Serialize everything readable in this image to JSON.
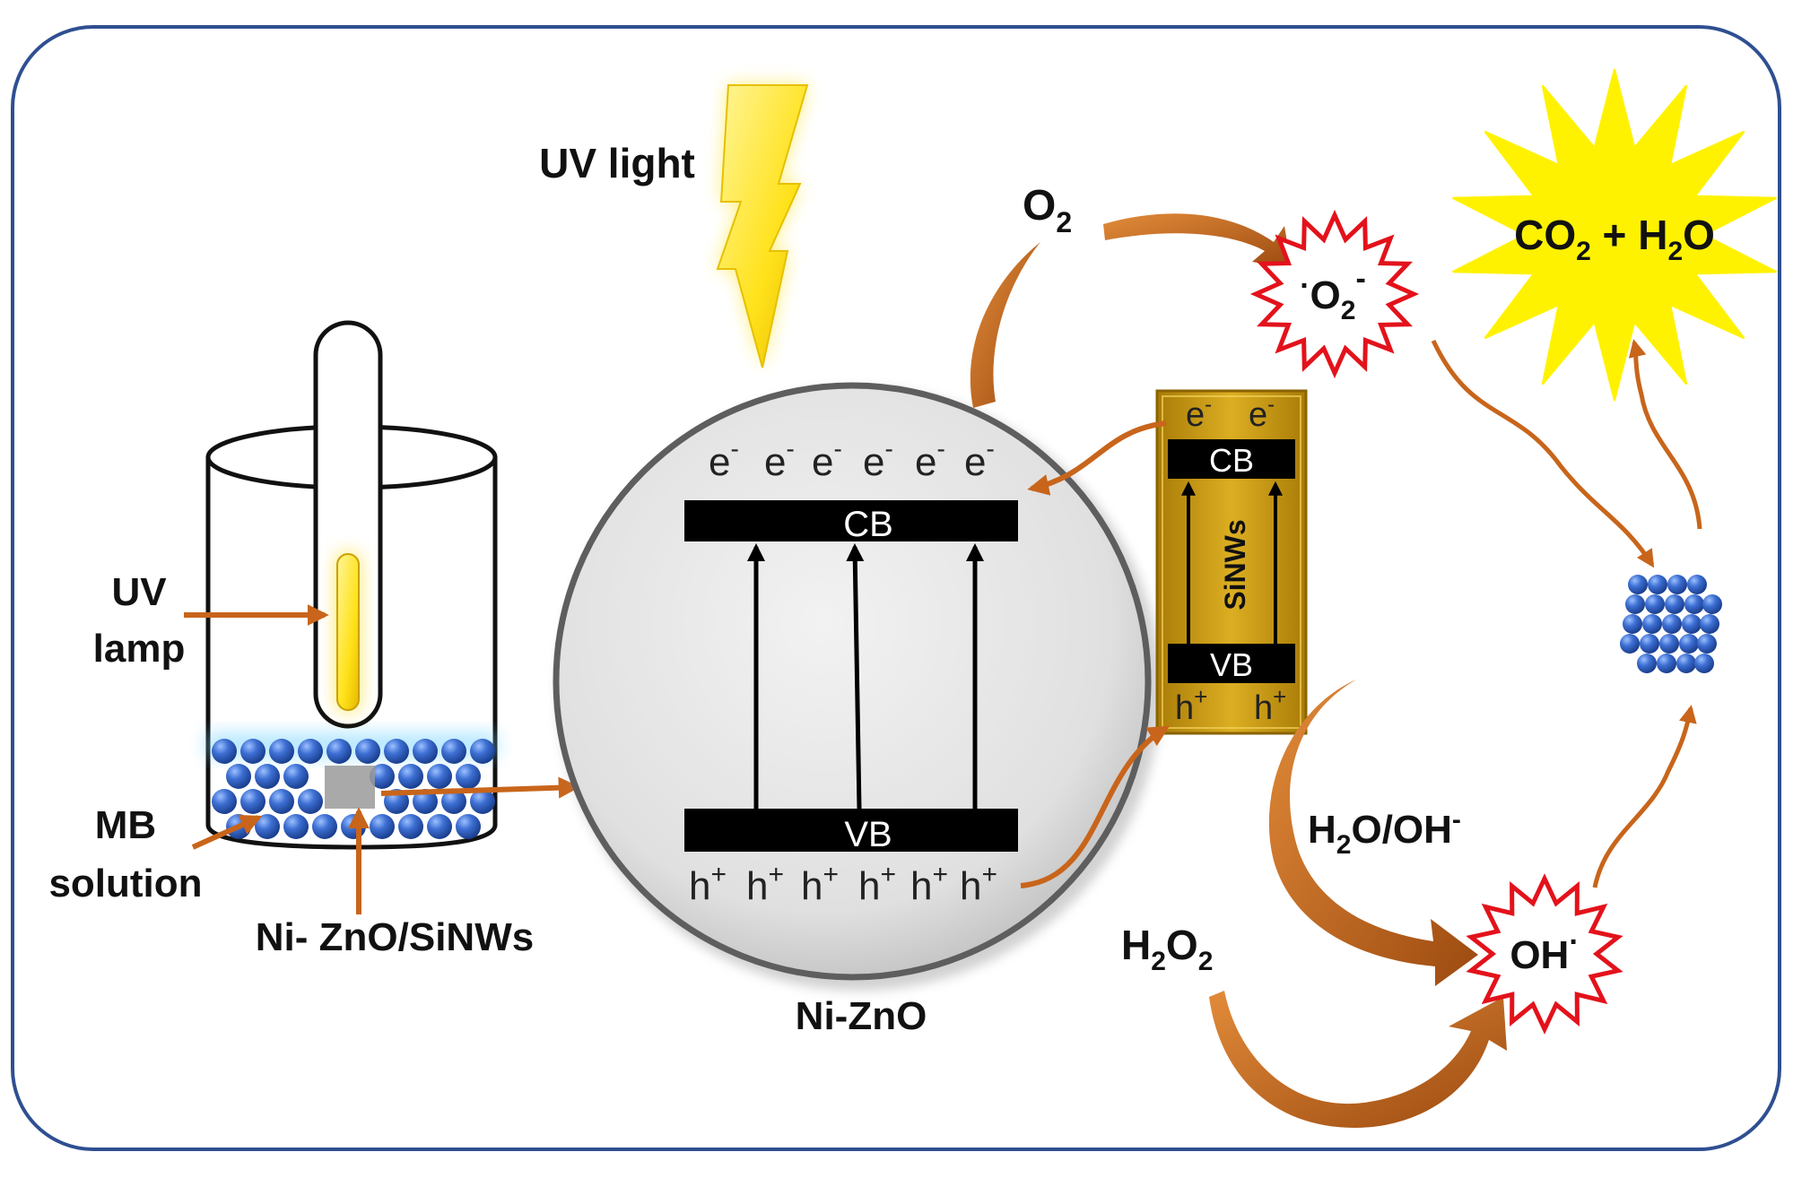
{
  "labels": {
    "uv_light": "UV light",
    "uv_lamp_line1": "UV",
    "uv_lamp_line2": "lamp",
    "mb_line1": "MB",
    "mb_line2": "solution",
    "catalyst": "Ni- ZnO/SiNWs",
    "nizno": "Ni-ZnO",
    "sinws": "SiNWs",
    "cb": "CB",
    "vb": "VB",
    "electron_base": "e",
    "electron_sup": "-",
    "hole_base": "h",
    "hole_sup": "+",
    "o2_base": "O",
    "o2_sub": "2",
    "superoxide_dot": "·",
    "superoxide_base": "O",
    "superoxide_sub": "2",
    "superoxide_sup": "-",
    "products_co": "CO",
    "products_co_sub": "2",
    "products_mid": " + H",
    "products_h_sub": "2",
    "products_o": "O",
    "h2o_base": "H",
    "h2o_sub": "2",
    "h2o_rest": "O/OH",
    "h2o_sup": "-",
    "h2o2_h": "H",
    "h2o2_sub1": "2",
    "h2o2_o": "O",
    "h2o2_sub2": "2",
    "oh_base": "OH",
    "oh_sup": "·"
  },
  "colors": {
    "frame": "#2f4f91",
    "arrow": "#c8651b",
    "band": "#000000",
    "sphere_fill": "#e4e4e4",
    "sinws_gold": "#c99a12",
    "lightning": "#ffe21a",
    "burst_yellow": "#fff200",
    "radical_red": "#e3121b",
    "mb_blue": "#2f63c9"
  }
}
